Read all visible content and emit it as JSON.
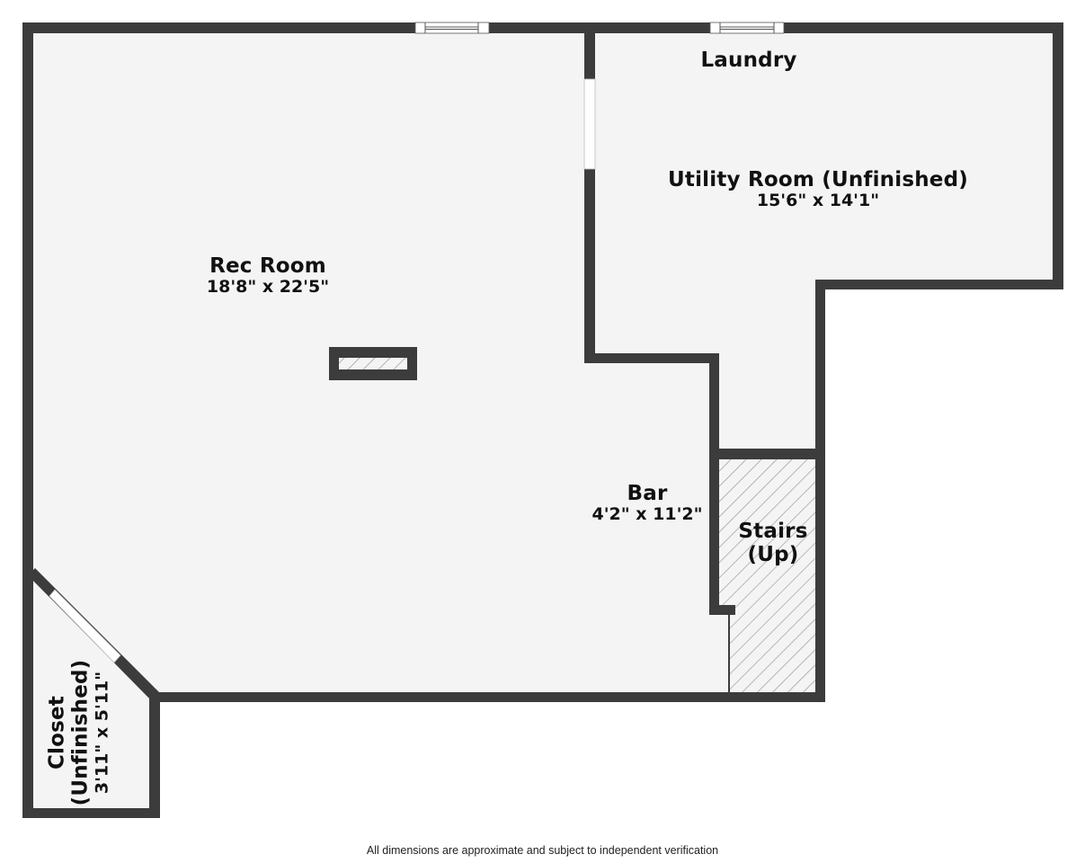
{
  "floorplan": {
    "colors": {
      "wall": "#3c3c3c",
      "floor": "#f4f4f4",
      "background": "#ffffff",
      "window": "#ffffff",
      "hatch": "#8a8a8a",
      "text": "#111111"
    },
    "rooms": [
      {
        "id": "rec-room",
        "name": "Rec Room",
        "dimensions": "18'8\" x 22'5\""
      },
      {
        "id": "laundry",
        "name": "Laundry",
        "dimensions": ""
      },
      {
        "id": "utility-room",
        "name": "Utility Room (Unfinished)",
        "dimensions": "15'6\" x 14'1\""
      },
      {
        "id": "bar",
        "name": "Bar",
        "dimensions": "4'2\" x 11'2\""
      },
      {
        "id": "stairs",
        "name": "Stairs",
        "name_line2": "(Up)",
        "dimensions": ""
      },
      {
        "id": "closet",
        "name": "Closet",
        "name_line2": "(Unfinished)",
        "dimensions": "3'11\" x 5'11\""
      }
    ],
    "footer_note": "All dimensions are approximate and subject to independent verification"
  }
}
